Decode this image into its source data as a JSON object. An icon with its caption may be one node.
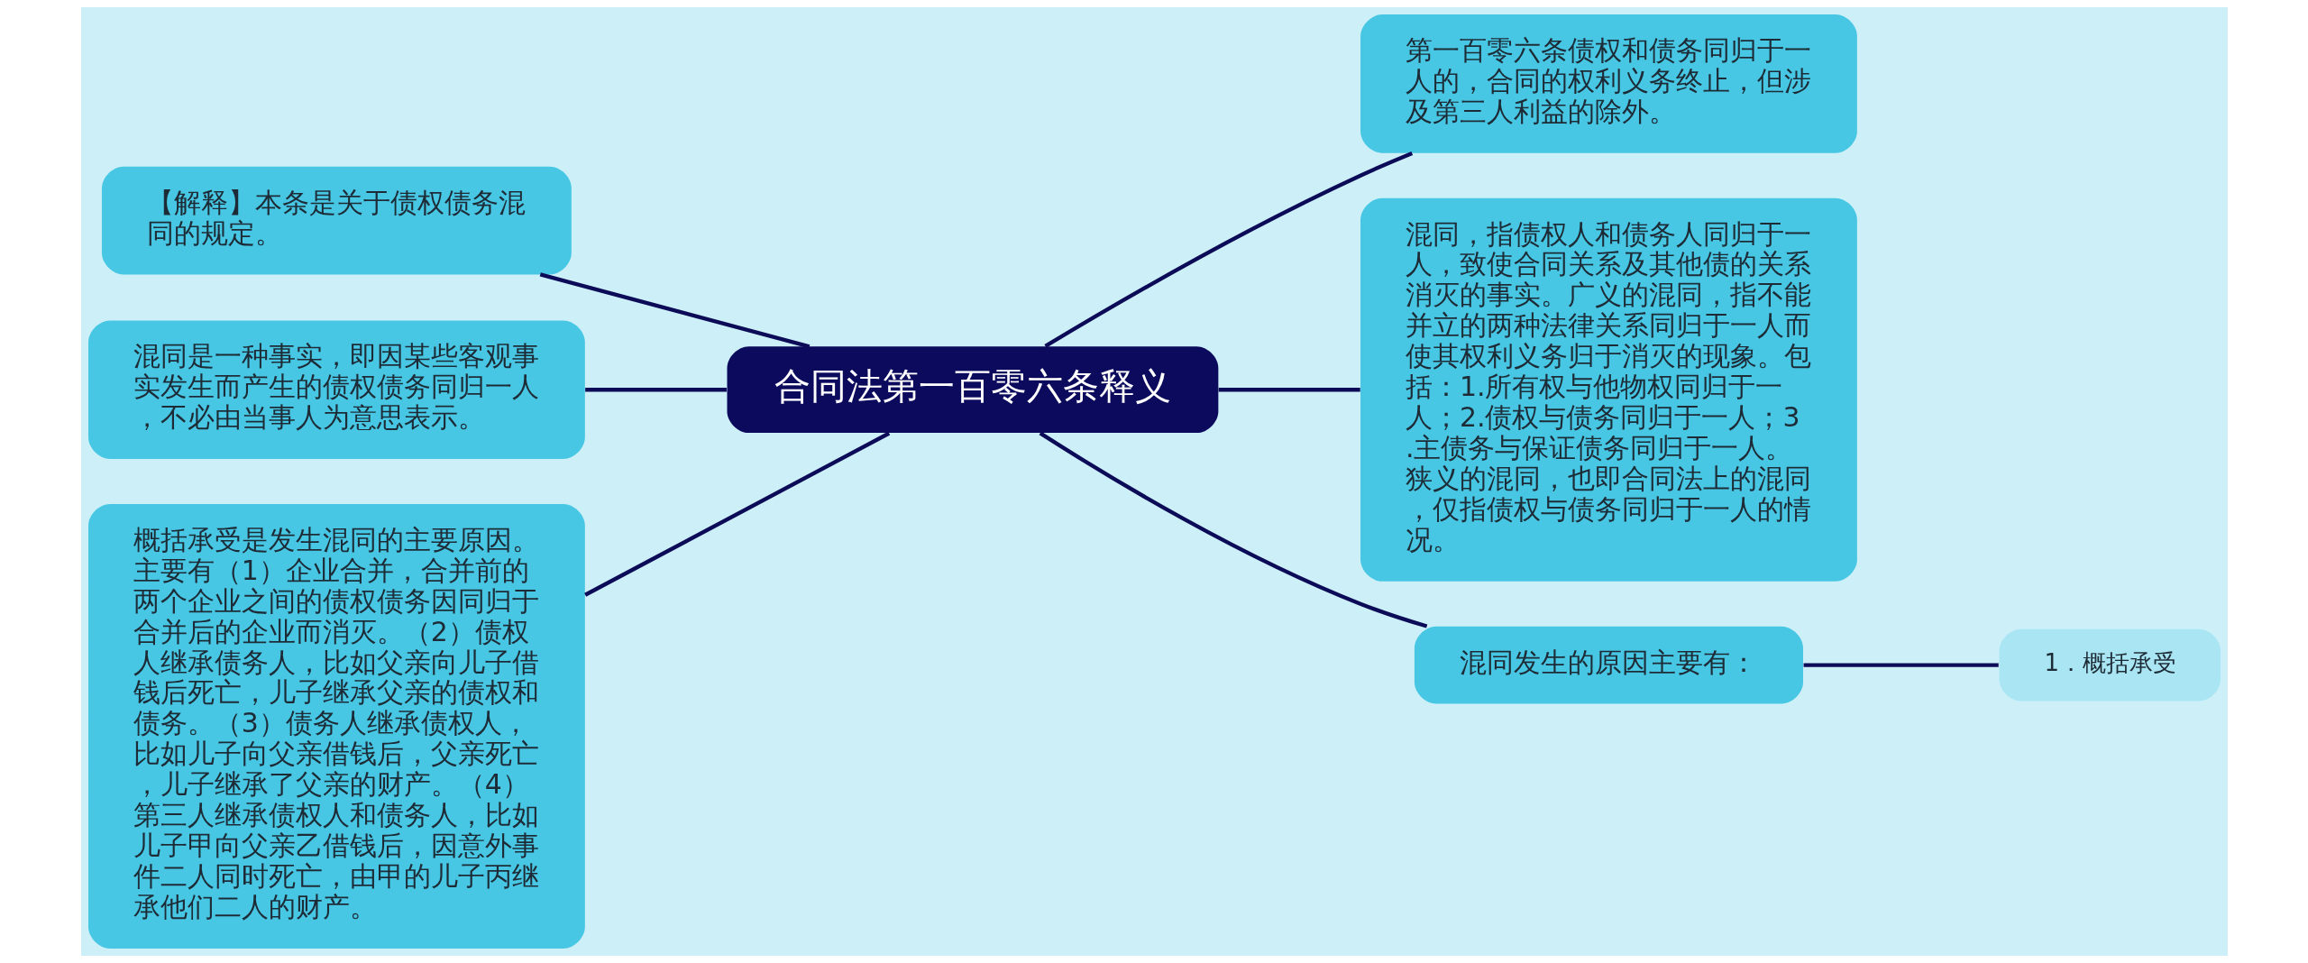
{
  "diagram": {
    "nodes": [
      {
        "text": [
          "合同法第一百零六条释义"
        ]
      },
      {
        "text": [
          "【解释】本条是关于债权债务混同的规定。"
        ]
      },
      {
        "text": [
          "混同是一种事实，即因某些客观事实发生而产生的债权债务同归一人，不必由当事人为意思表示。"
        ]
      },
      {
        "text": [
          "概括承受是发生混同的主要原因。主要有（1）企业合并，合并前的两个企业之间的债权债务因同归于合并后的企业而消灭。（2）债权人继承债务人，比如父亲向儿子借钱后死亡，儿子继承父亲的债权和债务。（3）债务人继承债权人，比如儿子向父亲借钱后，父亲死亡，儿子继承了父亲的财产。（4）第三人继承债权人和债务人，比如儿子甲向父亲乙借钱后，因意外事件二人同时死亡，由甲的儿子丙继承他们二人的财产。"
        ]
      },
      {
        "text": [
          "第一百零六条债权和债务同归于一人的，合同的权利义务终止，但涉及第三人利益的除外。"
        ]
      },
      {
        "text": [
          "混同，指债权人和债务人同归于一人，致使合同关系及其他债的关系消灭的事实。广义的混同，指不能并立的两种法律关系同归于一人而使其权利义务归于消灭的现象。包括：1.所有权与他物权同归于一人；2.债权与债务同归于一人；3.主债务与保证债务同归于一人。狭义的混同，也即合同法上的混同，仅指债权与债务同归于一人的情况。"
        ]
      },
      {
        "text": [
          "混同发生的原因主要有："
        ]
      },
      {
        "text": [
          "1．概括承受"
        ]
      }
    ],
    "edges": [
      {
        "from": 0,
        "to": 1,
        "arrow": "none"
      },
      {
        "from": 0,
        "to": 2,
        "arrow": "none"
      },
      {
        "from": 0,
        "to": 3,
        "arrow": "none"
      },
      {
        "from": 0,
        "to": 4,
        "arrow": "none"
      },
      {
        "from": 0,
        "to": 5,
        "arrow": "none"
      },
      {
        "from": 0,
        "to": 6,
        "arrow": "none"
      },
      {
        "from": 6,
        "to": 7,
        "arrow": "none"
      }
    ]
  }
}
